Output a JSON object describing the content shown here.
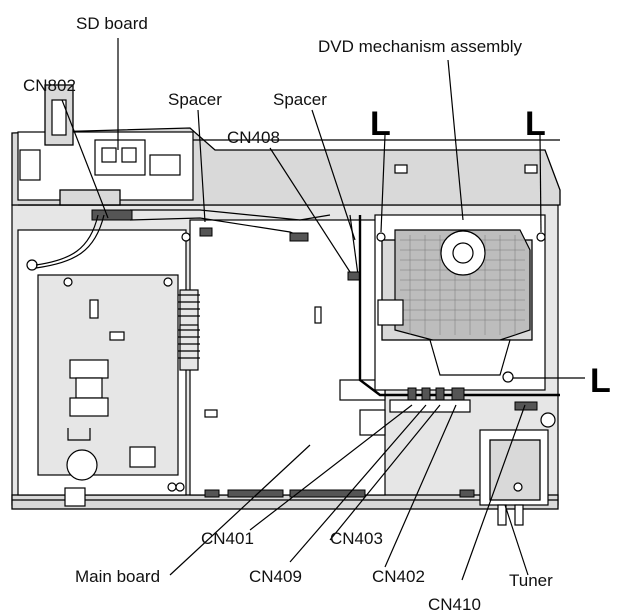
{
  "labels": {
    "sd_board": "SD board",
    "dvd_mechanism": "DVD mechanism assembly",
    "cn802": "CN802",
    "spacer_left": "Spacer",
    "spacer_right": "Spacer",
    "cn408": "CN408",
    "l_left": "L",
    "l_right": "L",
    "l_lower": "L",
    "cn401": "CN401",
    "cn403": "CN403",
    "cn409": "CN409",
    "cn402": "CN402",
    "main_board": "Main board",
    "tuner": "Tuner",
    "cn410": "CN410"
  }
}
